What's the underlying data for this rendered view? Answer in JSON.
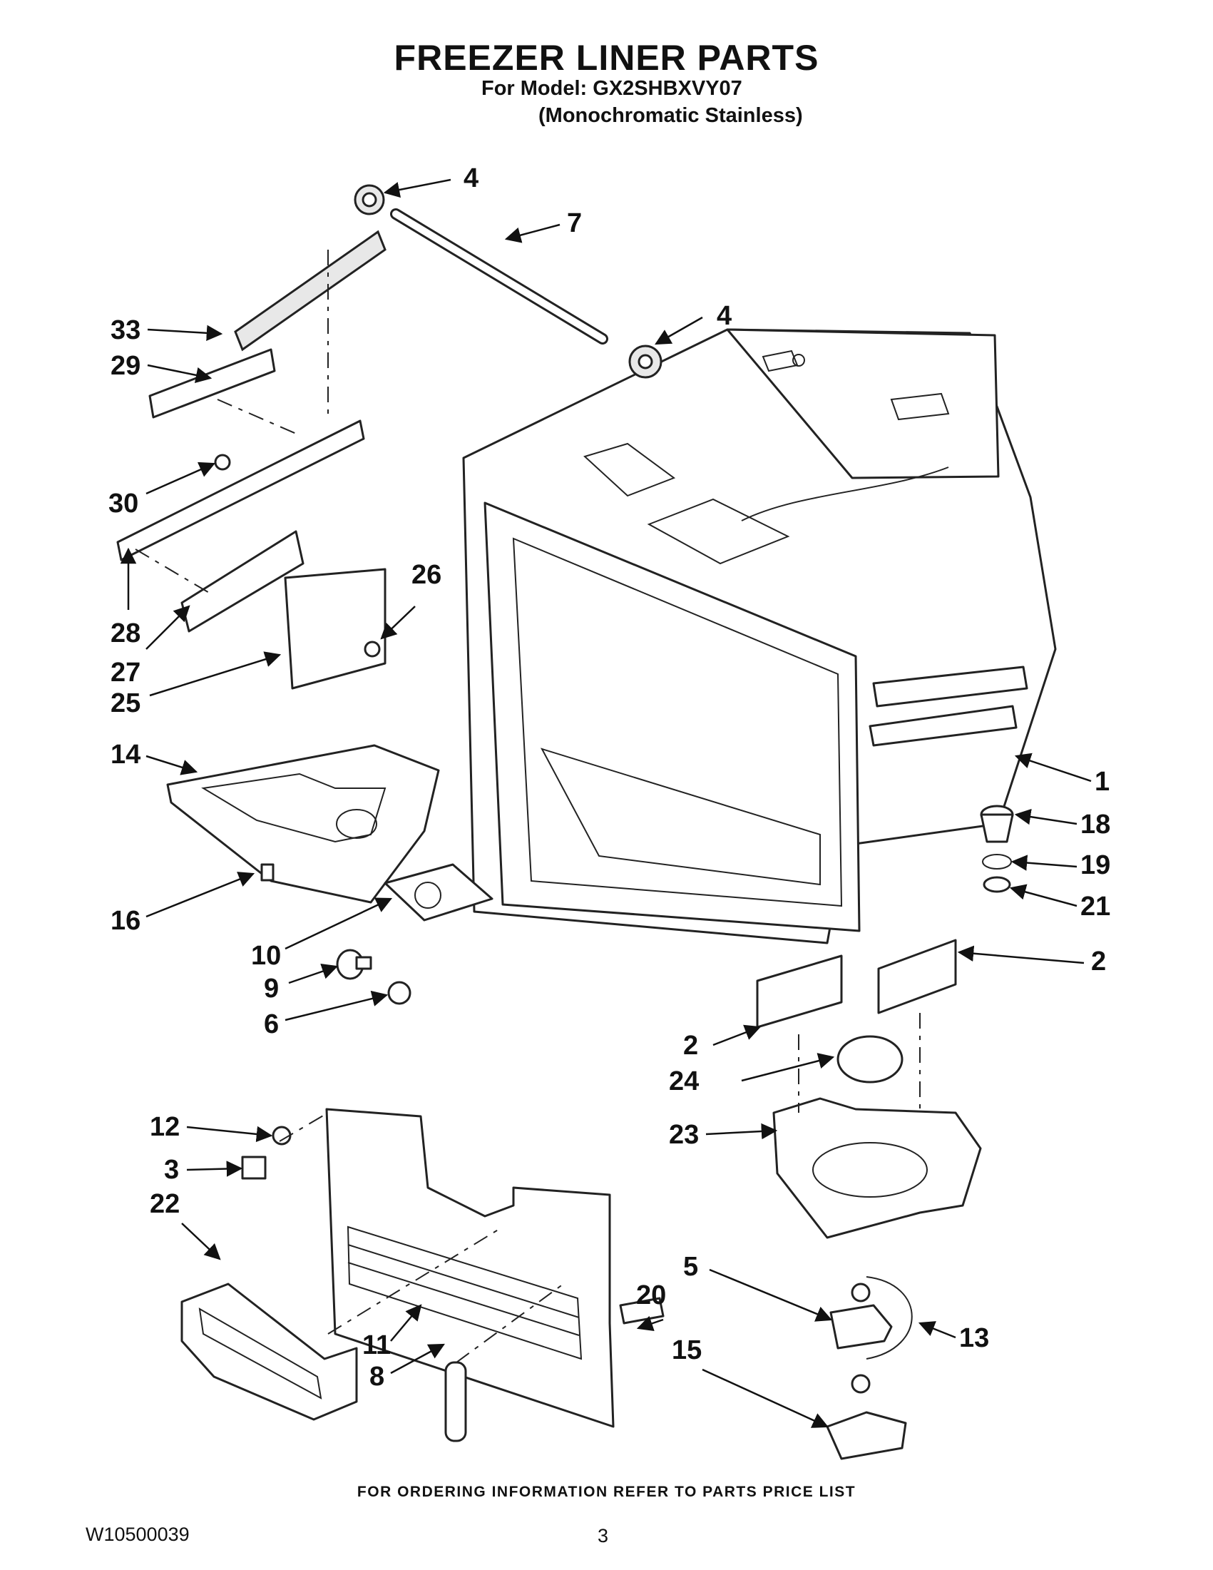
{
  "header": {
    "title": "FREEZER LINER PARTS",
    "model": "For Model: GX2SHBXVY07",
    "variant": "(Monochromatic Stainless)"
  },
  "footer": {
    "ordering_note": "FOR ORDERING INFORMATION REFER TO PARTS PRICE LIST",
    "doc_number": "W10500039",
    "page_number": "3"
  },
  "callouts": [
    "4",
    "7",
    "4",
    "33",
    "29",
    "30",
    "28",
    "27",
    "25",
    "26",
    "14",
    "16",
    "10",
    "9",
    "6",
    "1",
    "18",
    "19",
    "21",
    "2",
    "2",
    "24",
    "23",
    "12",
    "3",
    "22",
    "5",
    "20",
    "13",
    "11",
    "8",
    "15"
  ]
}
